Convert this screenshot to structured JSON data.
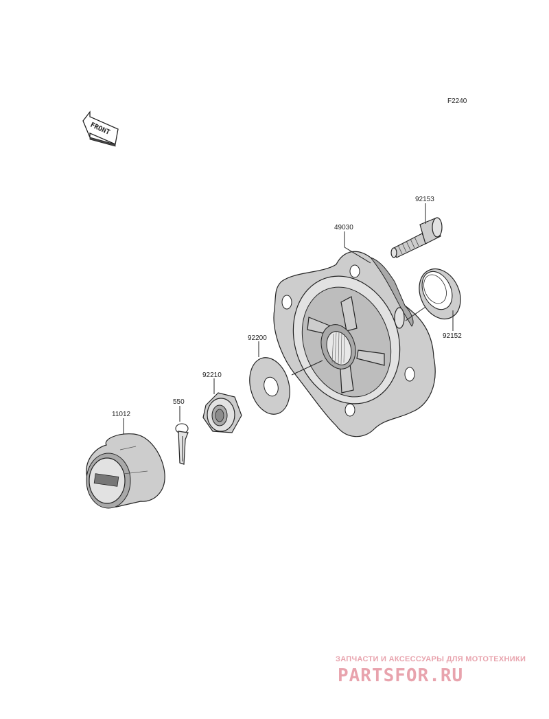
{
  "diagram": {
    "code": "F2240",
    "front_label": "FRONT",
    "parts": [
      {
        "id": "hub",
        "number": "49030"
      },
      {
        "id": "stud",
        "number": "92153"
      },
      {
        "id": "oil-seal",
        "number": "92152"
      },
      {
        "id": "washer",
        "number": "92200"
      },
      {
        "id": "nut",
        "number": "92210"
      },
      {
        "id": "cotter-pin",
        "number": "550"
      },
      {
        "id": "cap",
        "number": "11012"
      }
    ]
  },
  "watermark": {
    "tagline": "ЗАПЧАСТИ И АКСЕССУАРЫ ДЛЯ МОТОТЕХНИКИ",
    "brand": "PARTSFOR.RU"
  }
}
